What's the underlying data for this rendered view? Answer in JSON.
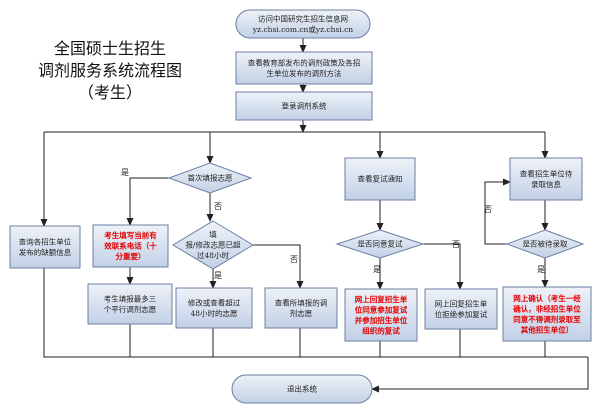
{
  "title": {
    "line1": "全国硕士生招生",
    "line2": "调剂服务系统流程图",
    "line3": "（考生）"
  },
  "nodes": {
    "start": [
      "访问中国研究生招生信息网",
      "yz.chsi.com.cn或yz.chsi.cn"
    ],
    "view_policy": [
      "查看教育部发布的调剂政策及各招",
      "生单位发布的调剂方法"
    ],
    "login": [
      "登录调剂系统"
    ],
    "first_decision": [
      "首次填报志愿"
    ],
    "query_vacancy": [
      "查询各招生单位",
      "发布的缺额信息"
    ],
    "fill_phone": [
      "考生填写当前有",
      "效联系电话（十",
      "分重要）"
    ],
    "fill_or_modify": [
      "填",
      "报/修改志愿已超",
      "过48小时"
    ],
    "fill_three": [
      "考生填报最多三",
      "个平行调剂志愿"
    ],
    "modify_view": [
      "修改或查看超过",
      "48小时的志愿"
    ],
    "view_filled": [
      "查看所填报的调",
      "剂志愿"
    ],
    "view_retest": [
      "查看复试通知"
    ],
    "agree_retest": [
      "是否同意复试"
    ],
    "reply_agree": [
      "网上回复招生单",
      "位同意参加复试",
      "并参加招生单位",
      "组织的复试"
    ],
    "reply_refuse": [
      "网上回复招生单",
      "位拒绝参加复试"
    ],
    "view_admit": [
      "查看招生单位待",
      "录取信息"
    ],
    "agree_admit": [
      "是否被待录取"
    ],
    "confirm_online": [
      "网上确认（考生一经",
      "确认，非经招生单位",
      "同意不得调剂录取至",
      "其他招生单位）"
    ],
    "exit": [
      "退出系统"
    ]
  },
  "labels": {
    "yes": "是",
    "no": "否"
  },
  "colors": {
    "box_top": "#eef2f8",
    "box_bottom": "#c2d0e6",
    "border": "#6b7fa3",
    "line": "#222222",
    "highlight_text": "#e60000",
    "text": "#222222"
  }
}
